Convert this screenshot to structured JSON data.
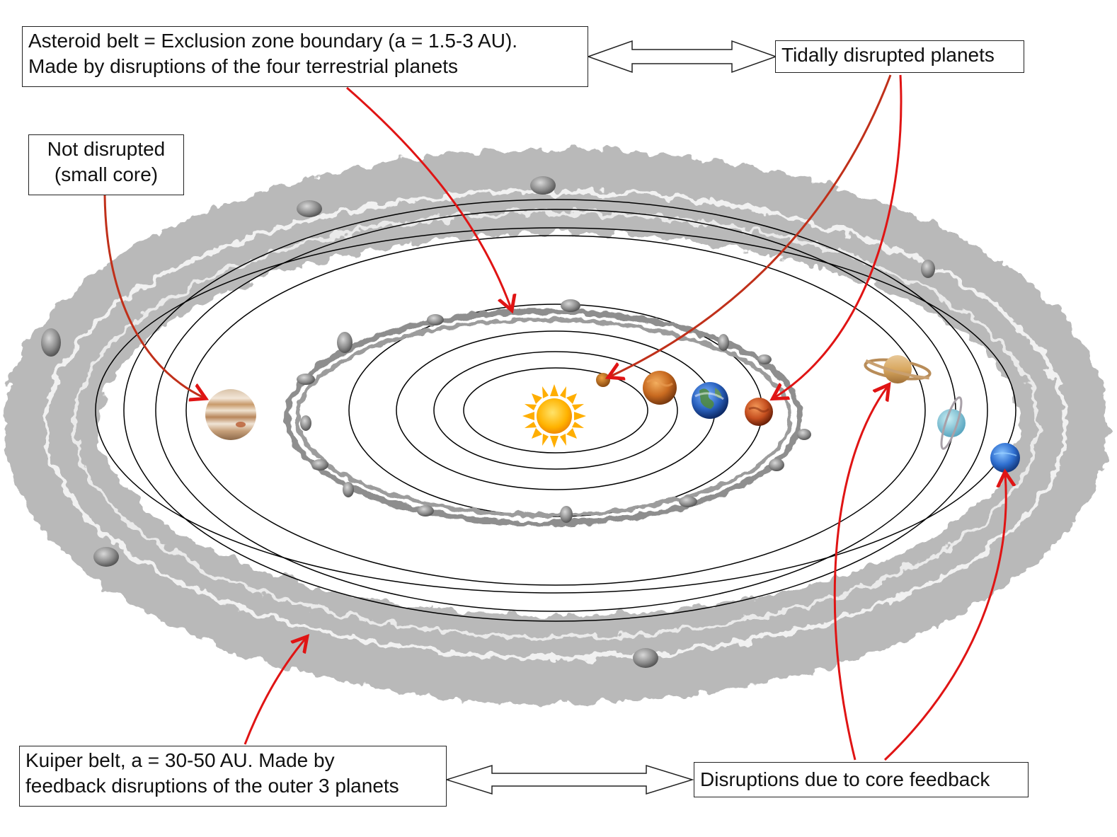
{
  "labels": {
    "asteroid_box": {
      "line1": "Asteroid belt = Exclusion zone boundary (a = 1.5-3 AU).",
      "line2": "Made by disruptions of the four terrestrial planets"
    },
    "tidal_box": "Tidally disrupted planets",
    "not_disrupted_box": {
      "line1": "Not disrupted",
      "line2": "(small core)"
    },
    "kuiper_box": {
      "line1": "Kuiper belt, a = 30-50 AU. Made by",
      "line2": "feedback disruptions of the outer 3 planets"
    },
    "core_feedback_box": "Disruptions due to core feedback"
  },
  "colors": {
    "arrow": "#e01414",
    "arrow_dark": "#c0301a",
    "belt": "#b9b9b9",
    "inner_belt": "#8e8e8e",
    "orbit": "#000000",
    "sun": "#ffb400",
    "box_border": "#222222"
  },
  "planets": [
    "mercury",
    "venus",
    "earth",
    "mars",
    "jupiter",
    "saturn",
    "uranus",
    "neptune"
  ]
}
